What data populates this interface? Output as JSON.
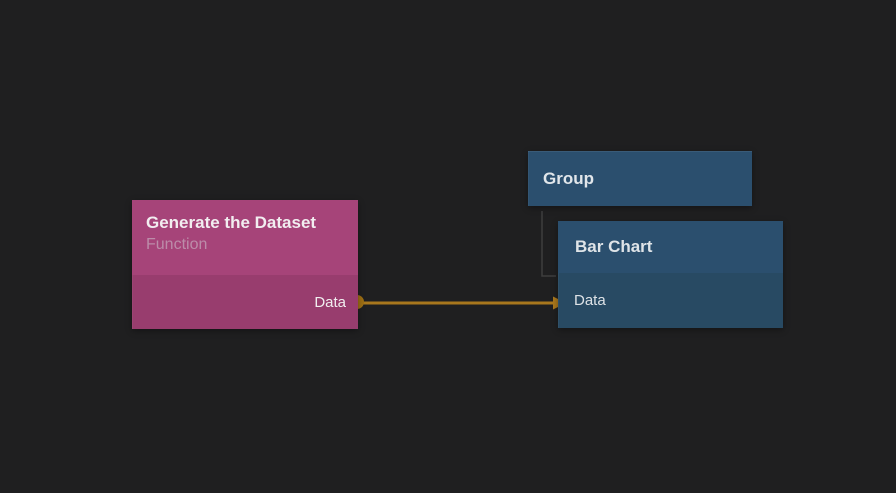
{
  "canvas": {
    "background_color": "#1f1f20"
  },
  "nodes": {
    "generate_dataset": {
      "title": "Generate the Dataset",
      "subtitle": "Function",
      "output_port": "Data",
      "header_color": "#a64479",
      "body_color": "#983d6e"
    },
    "group": {
      "title": "Group",
      "color": "#2b4f6e"
    },
    "bar_chart": {
      "title": "Bar Chart",
      "input_port": "Data",
      "header_color": "#2b4f6e",
      "body_color": "#284a63"
    }
  },
  "connection": {
    "from": "Generate the Dataset / Data",
    "to": "Bar Chart / Data",
    "color": "#a8771d",
    "dot_color": "#9c6e14"
  },
  "group_link": {
    "color": "#3e3e3e"
  }
}
